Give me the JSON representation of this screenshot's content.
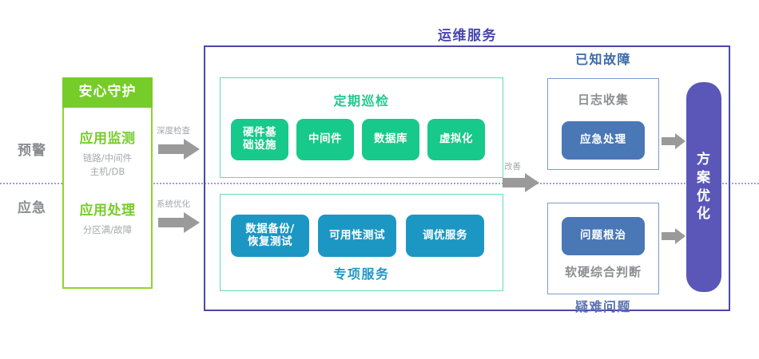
{
  "diagram": {
    "main_title": "运维服务",
    "left": {
      "stages": [
        {
          "label": "预警"
        },
        {
          "label": "应急"
        }
      ],
      "header": "安心守护",
      "blocks": [
        {
          "title": "应用监测",
          "sub_lines": [
            "链路/中间件",
            "主机/DB"
          ]
        },
        {
          "title": "应用处理",
          "sub_lines": [
            "分区满/故障"
          ]
        }
      ]
    },
    "arrows": [
      {
        "name": "deep-check",
        "caption": "深度检查"
      },
      {
        "name": "system-optimize",
        "caption": "系统优化"
      },
      {
        "name": "improve",
        "caption": "改善"
      },
      {
        "name": "to-plan-top",
        "caption": ""
      },
      {
        "name": "to-plan-bottom",
        "caption": ""
      }
    ],
    "panels": [
      {
        "title": "定期巡检",
        "title_position": "top",
        "accent": "#1fc98c",
        "chips": [
          {
            "lines": [
              "硬件基",
              "础设施"
            ]
          },
          {
            "lines": [
              "中间件"
            ]
          },
          {
            "lines": [
              "数据库"
            ]
          },
          {
            "lines": [
              "虚拟化"
            ]
          }
        ]
      },
      {
        "title": "专项服务",
        "title_position": "bottom",
        "accent": "#2196c4",
        "chips": [
          {
            "lines": [
              "数据备份/",
              "恢复测试"
            ]
          },
          {
            "lines": [
              "可用性测试"
            ]
          },
          {
            "lines": [
              "调优服务"
            ]
          }
        ]
      }
    ],
    "right_boxes": [
      {
        "head_label": "已知故障",
        "head_position": "top",
        "inner_title": "日志收集",
        "inner_title_position": "top",
        "button": "应急处理"
      },
      {
        "head_label": "疑难问题",
        "head_position": "bottom",
        "inner_title": "软硬综合判断",
        "inner_title_position": "bottom",
        "button": "问题根治"
      }
    ],
    "outcome": {
      "chars": [
        "方",
        "案",
        "优",
        "化"
      ]
    },
    "colors": {
      "green": "#76cc28",
      "teal_green": "#17c98b",
      "teal_blue": "#1c97c4",
      "purple": "#4a47ad",
      "purple_bar": "#5a57b8",
      "steel_blue": "#4a77b5",
      "grey_arrow": "#9a9a9a"
    }
  }
}
